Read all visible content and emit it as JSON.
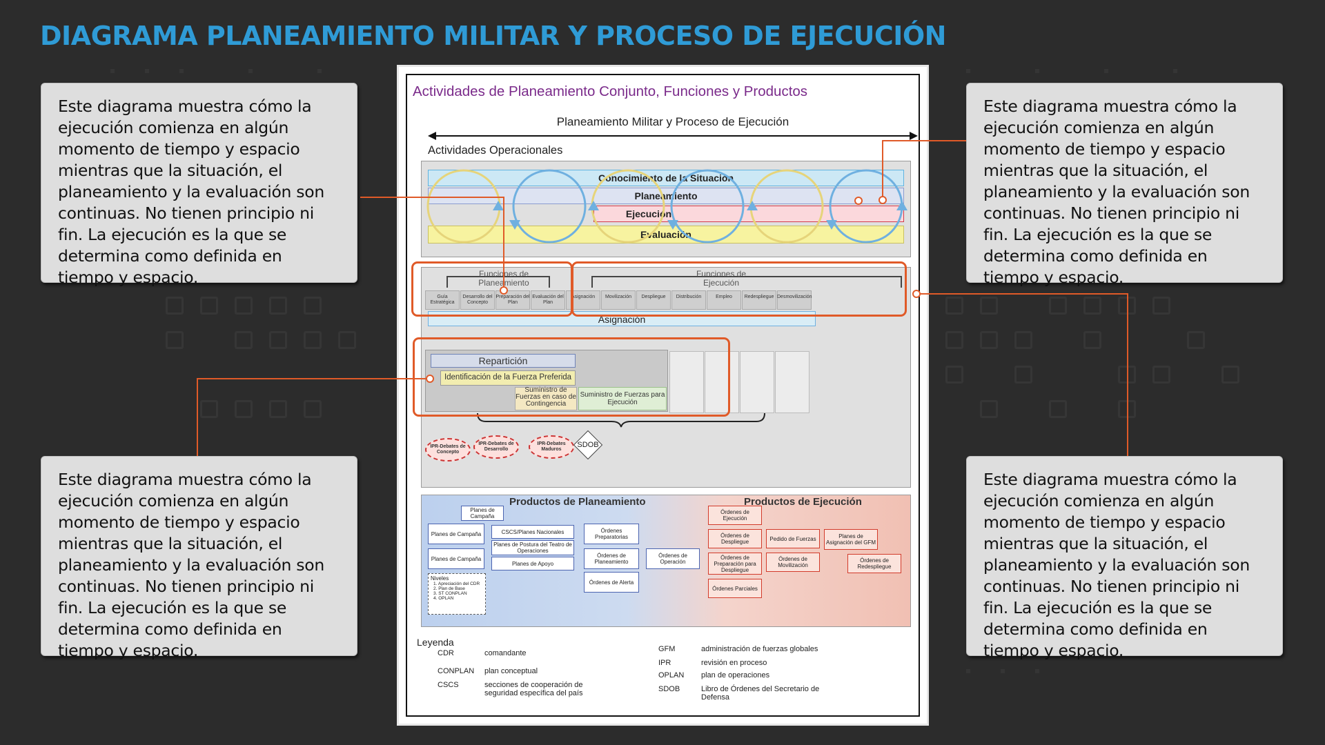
{
  "title": "DIAGRAMA PLANEAMIENTO MILITAR Y PROCESO DE EJECUCIÓN",
  "callout_text": "Este diagrama muestra cómo la ejecución comienza en algún momento de tiempo y espacio mientras que la situación, el planeamiento y la evaluación son continuas.  No tienen principio ni fin. La ejecución es la que se determina como definida en tiempo y espacio.",
  "diagram": {
    "heading": "Actividades de Planeamiento Conjunto, Funciones y Productos",
    "arrow_label": "Planeamiento Militar y Proceso de Ejecución",
    "ops_label": "Actividades Operacionales",
    "bands": {
      "situation": "Conocimiento de la Situación",
      "planning": "Planeamiento",
      "execution": "Ejecución",
      "assessment": "Evaluación"
    },
    "planning_functions_label": "Funciones de Planeamiento",
    "execution_functions_label": "Funciones de Ejecución",
    "functions": [
      "Guía Estratégica",
      "Desarrollo del Concepto",
      "Preparación del Plan",
      "Evaluación del Plan",
      "Asignación",
      "Movilización",
      "Despliegue",
      "Distribución",
      "Empleo",
      "Redespliegue",
      "Desmovilización"
    ],
    "asignacion": "Asignación",
    "reparticion": "Repartición",
    "fuerza_preferida": "Identificación de la Fuerza Preferida",
    "suministro_contingencia": "Suministro de Fuerzas en caso de Contingencia",
    "suministro_ejecucion": "Suministro de Fuerzas para Ejecución",
    "ipr": [
      "IPR-Debates de Concepto",
      "IPR-Debates de Desarrollo",
      "IPR-Debates Maduros"
    ],
    "sdob": "SDOB",
    "planning_products_title": "Productos de Planeamiento",
    "execution_products_title": "Productos de Ejecución",
    "planning_products": {
      "campana_top": "Planes de Campaña",
      "campana_1": "Planes de Campaña",
      "campana_2": "Planes de Campaña",
      "cscs": "CSCS/Planes Nacionales",
      "postura": "Planes de Postura del Teatro de Operaciones",
      "apoyo": "Planes de Apoyo",
      "preparatorias": "Órdenes Preparatorias",
      "planeamiento": "Órdenes de Planeamiento",
      "alerta": "Órdenes de Alerta",
      "operacion": "Órdenes de Operación",
      "niveles_title": "Niveles",
      "niveles": [
        "1. Apreciación del CDR",
        "2. Plan de Base",
        "3. ST CONPLAN",
        "4. OPLAN"
      ]
    },
    "execution_products": {
      "ejecucion": "Órdenes de Ejecución",
      "despliegue": "Órdenes de Despliegue",
      "preparacion": "Órdenes de Preparación para Despliegue",
      "parciales": "Órdenes Parciales",
      "pedido": "Pedido de Fuerzas",
      "movilizacion": "Órdenes de Movilización",
      "gfm": "Planes de Asignación del GFM",
      "redespliegue": "Órdenes de Redespliegue"
    },
    "legend": {
      "title": "Leyenda",
      "left": [
        {
          "abbr": "CDR",
          "text": "comandante"
        },
        {
          "abbr": "CONPLAN",
          "text": "plan conceptual"
        },
        {
          "abbr": "CSCS",
          "text": "secciones de cooperación de seguridad específica del país"
        }
      ],
      "right": [
        {
          "abbr": "GFM",
          "text": "administración de fuerzas globales"
        },
        {
          "abbr": "IPR",
          "text": "revisión en proceso"
        },
        {
          "abbr": "OPLAN",
          "text": "plan de operaciones"
        },
        {
          "abbr": "SDOB",
          "text": "Libro de Órdenes del Secretario de Defensa"
        }
      ]
    }
  },
  "colors": {
    "title_blue": "#2f9bd6",
    "callout_line": "#e05a28",
    "background": "#2c2c2c"
  }
}
